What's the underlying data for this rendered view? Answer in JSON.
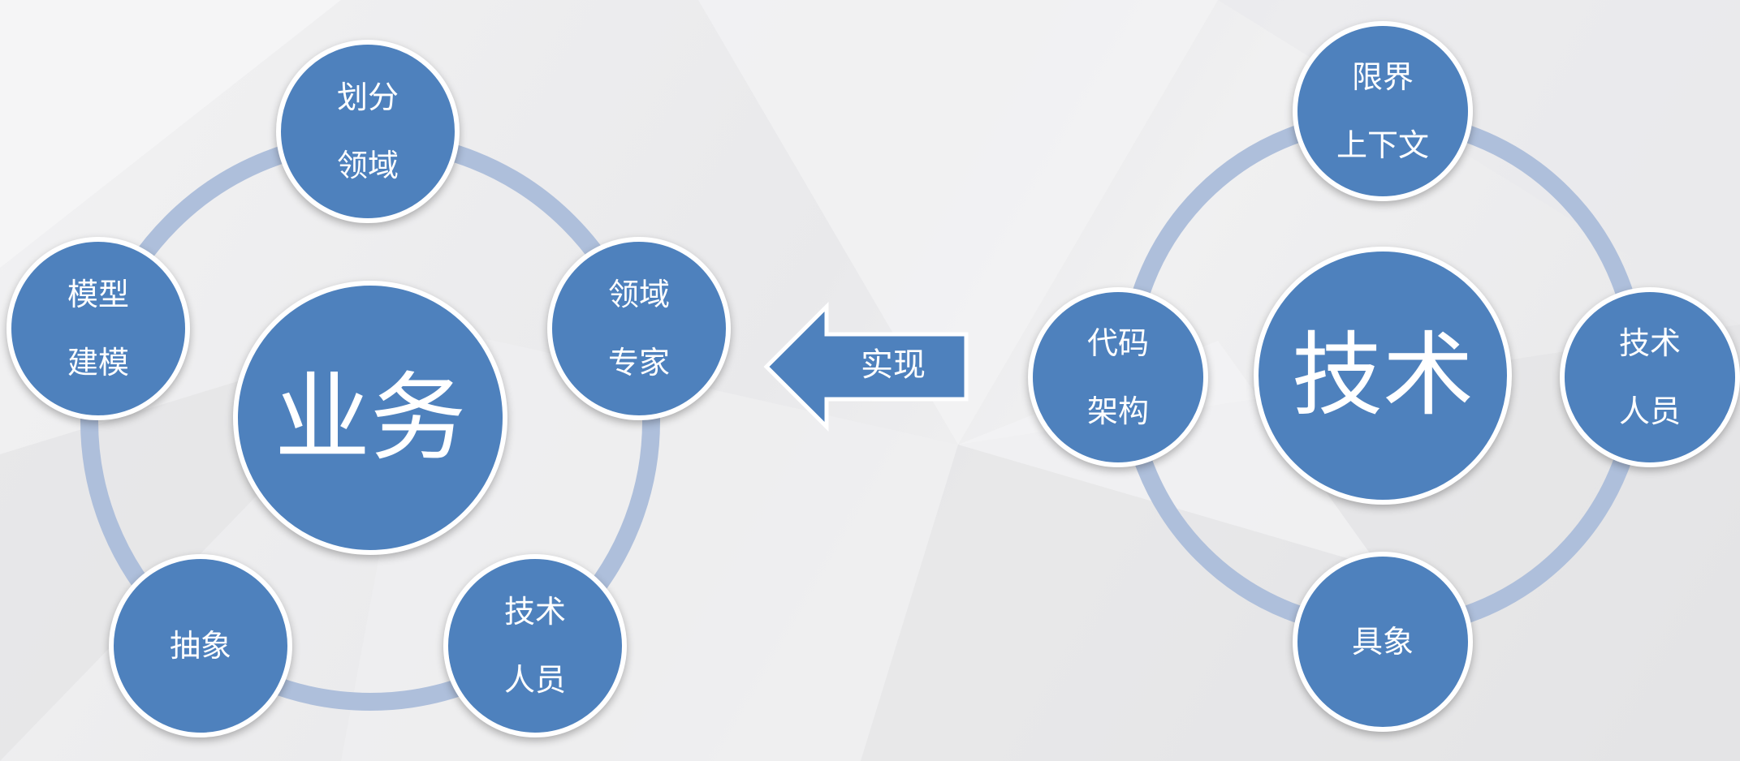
{
  "colors": {
    "node_fill": "#4e81bd",
    "node_border": "#ffffff",
    "ring": "#aebfdb",
    "text": "#ffffff"
  },
  "business_cycle": {
    "center": "业务",
    "nodes": [
      {
        "line1": "划分",
        "line2": "领域"
      },
      {
        "line1": "领域",
        "line2": "专家"
      },
      {
        "line1": "技术",
        "line2": "人员"
      },
      {
        "line1": "抽象",
        "line2": ""
      },
      {
        "line1": "模型",
        "line2": "建模"
      }
    ]
  },
  "arrow": {
    "label": "实现",
    "direction": "left"
  },
  "technology_cycle": {
    "center": "技术",
    "nodes": [
      {
        "line1": "限界",
        "line2": "上下文"
      },
      {
        "line1": "技术",
        "line2": "人员"
      },
      {
        "line1": "具象",
        "line2": ""
      },
      {
        "line1": "代码",
        "line2": "架构"
      }
    ]
  }
}
